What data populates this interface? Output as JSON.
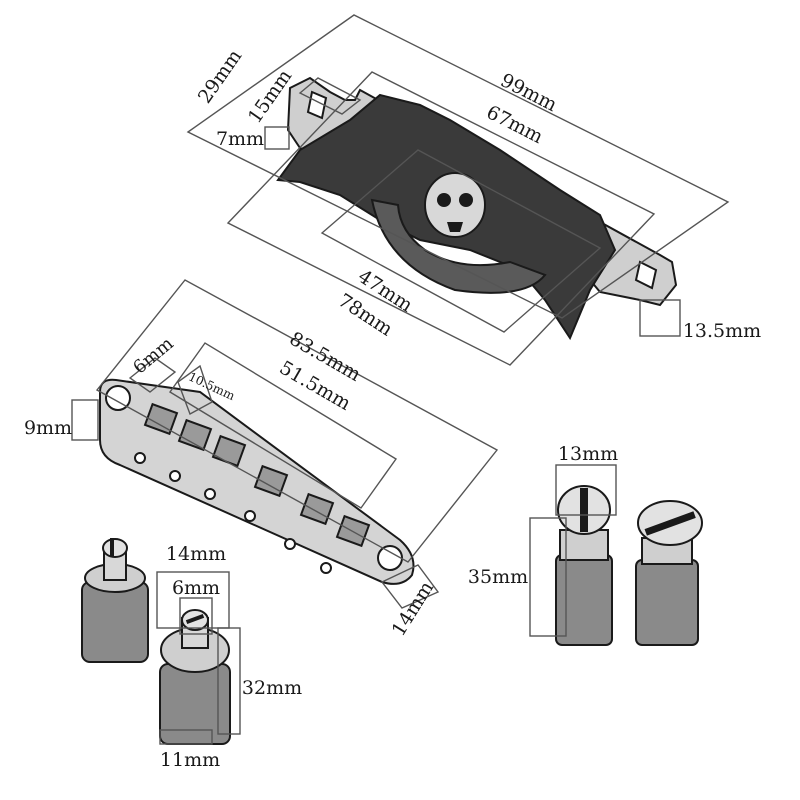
{
  "tailpiece": {
    "dimensions": {
      "overall_length": "99mm",
      "body_length": "67mm",
      "depth": "29mm",
      "stud_slot_width": "15mm",
      "slot_height": "7mm",
      "plate_width": "47mm",
      "wing_span": "78mm",
      "stud_height": "13.5mm"
    }
  },
  "bridge": {
    "dimensions": {
      "overall_length": "83.5mm",
      "post_spacing": "51.5mm",
      "post_hole": "6mm",
      "saddle_width": "10.5mm",
      "height": "9mm",
      "depth": "14mm"
    }
  },
  "tailpiece_stud": {
    "dimensions": {
      "head_diameter": "13mm",
      "length": "35mm"
    }
  },
  "bridge_stud": {
    "dimensions": {
      "anchor_diameter": "14mm",
      "screw_diameter": "6mm",
      "length": "32mm",
      "base_diameter": "11mm"
    }
  }
}
